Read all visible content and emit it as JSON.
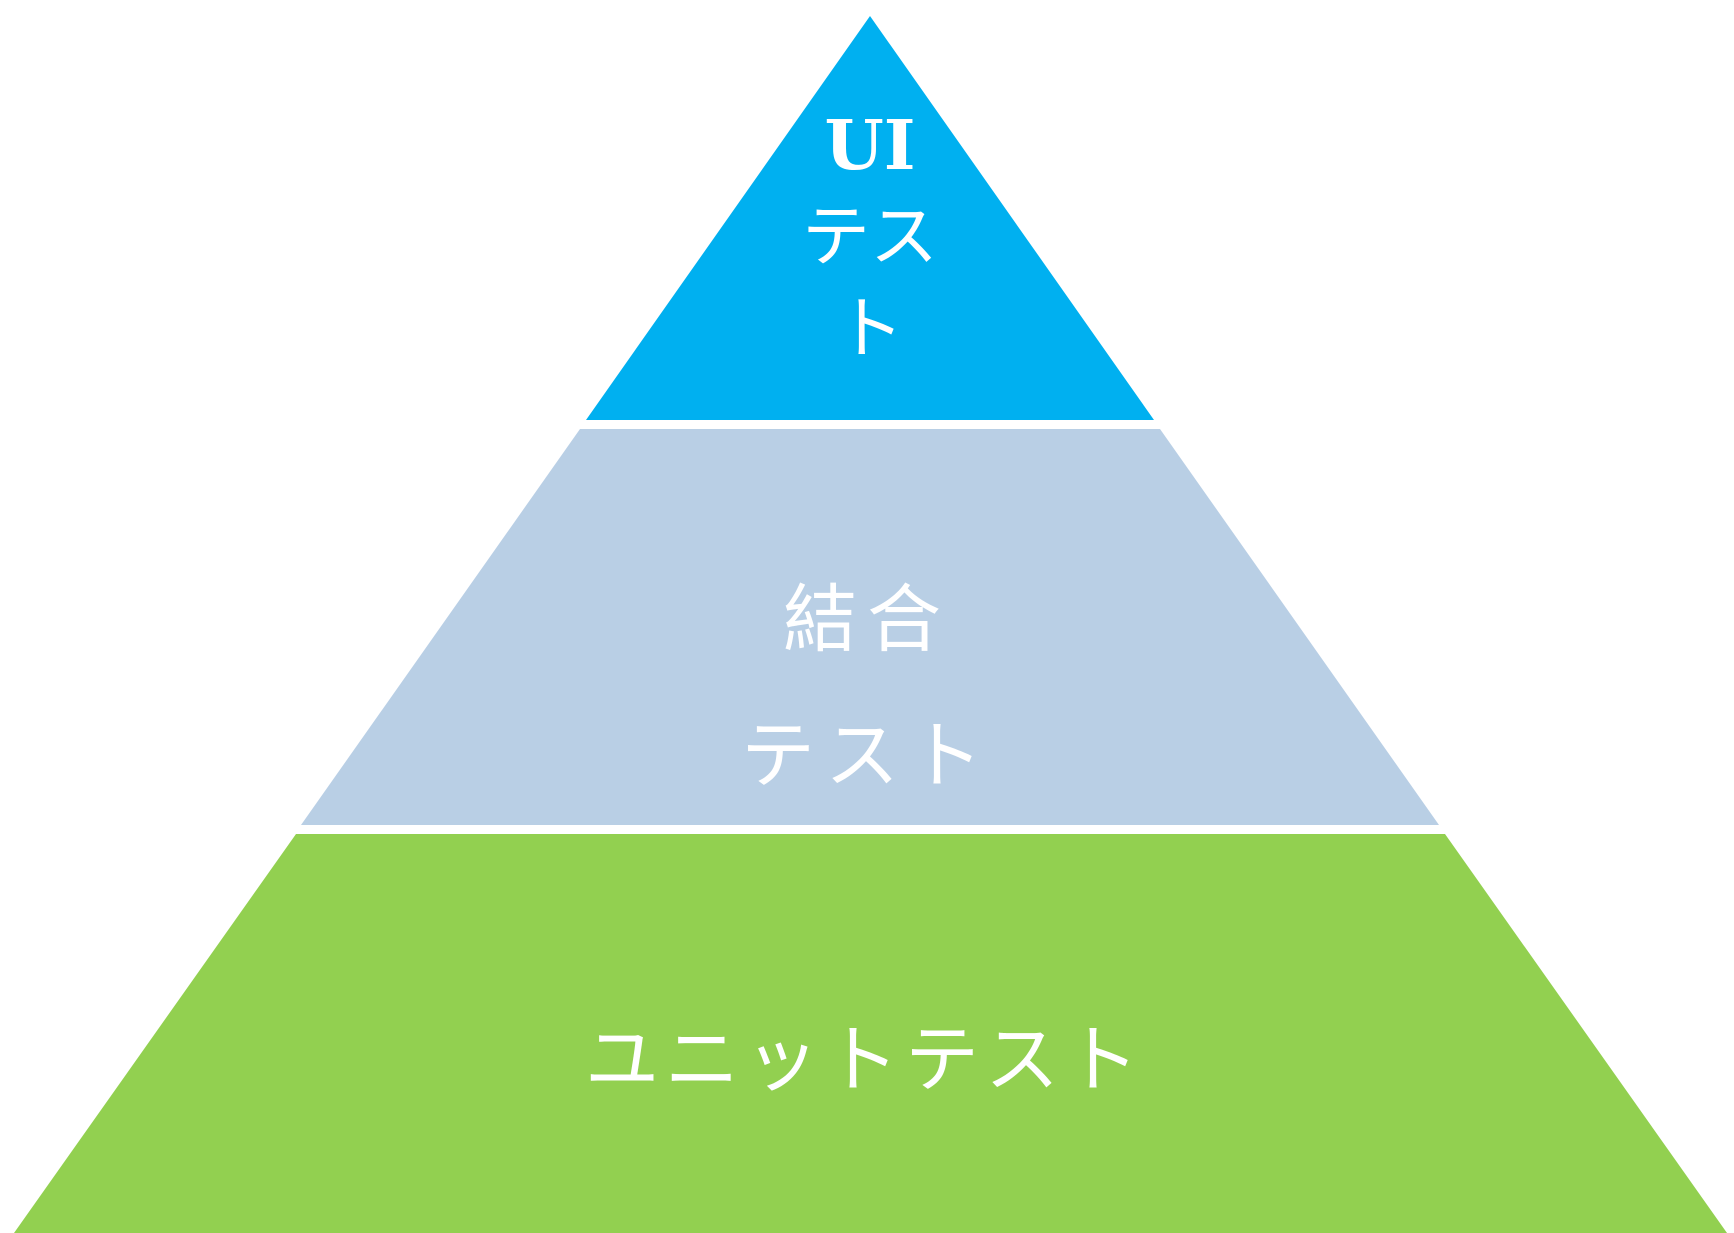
{
  "diagram": {
    "colors": {
      "top_tier": "#00B0F0",
      "middle_tier": "#B9CFE5",
      "bottom_tier": "#92D050",
      "text": "#FFFFFF",
      "background": "#FFFFFF"
    },
    "tiers": {
      "top": {
        "line1": "UI",
        "line2": "テス",
        "line3": "ト"
      },
      "middle": {
        "line1": "結合",
        "line2": "テスト"
      },
      "bottom": {
        "line1": "ユニットテスト"
      }
    }
  }
}
